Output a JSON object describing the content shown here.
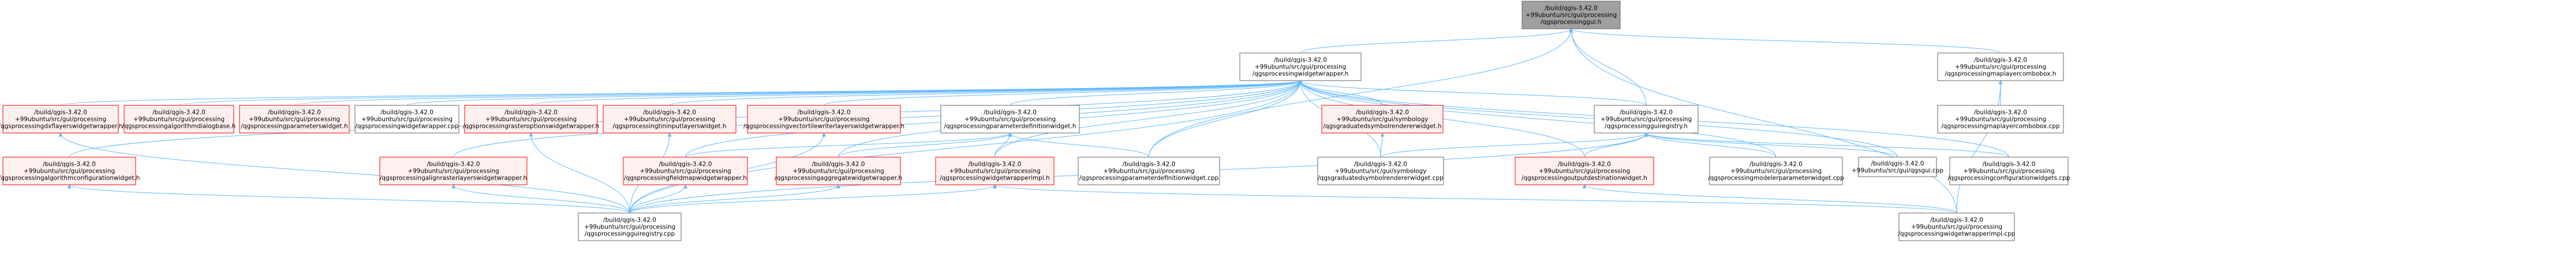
{
  "colors": {
    "root_fill": "#a0a0a0",
    "root_border": "#666666",
    "normal_fill": "#ffffff",
    "normal_border": "#666666",
    "highlight_fill": "#fff0f0",
    "highlight_border": "#ff0000",
    "edge": "#63b8ff"
  },
  "nodes": [
    {
      "id": "n0",
      "kind": "root",
      "lines": [
        "/build/qgis-3.42.0",
        "+99ubuntu/src/gui/processing",
        "/qgsprocessinggui.h"
      ]
    },
    {
      "id": "n1",
      "kind": "normal",
      "lines": [
        "/build/qgis-3.42.0",
        "+99ubuntu/src/gui/processing",
        "/qgsprocessingwidgetwrapper.h"
      ]
    },
    {
      "id": "n2",
      "kind": "normal",
      "lines": [
        "/build/qgis-3.42.0",
        "+99ubuntu/src/gui/processing",
        "/qgsprocessingmaplayercombobox.h"
      ]
    },
    {
      "id": "n3",
      "kind": "highlight",
      "lines": [
        "/build/qgis-3.42.0",
        "+99ubuntu/src/gui/processing",
        "/qgsprocessingdxflayerswidgetwrapper.h"
      ]
    },
    {
      "id": "n4",
      "kind": "highlight",
      "lines": [
        "/build/qgis-3.42.0",
        "+99ubuntu/src/gui/processing",
        "/qgsprocessingalgorithmdialogbase.h"
      ]
    },
    {
      "id": "n5",
      "kind": "highlight",
      "lines": [
        "/build/qgis-3.42.0",
        "+99ubuntu/src/gui/processing",
        "/qgsprocessingparameterswidget.h"
      ]
    },
    {
      "id": "n6",
      "kind": "normal",
      "lines": [
        "/build/qgis-3.42.0",
        "+99ubuntu/src/gui/processing",
        "/qgsprocessingwidgetwrapper.cpp"
      ]
    },
    {
      "id": "n7",
      "kind": "highlight",
      "lines": [
        "/build/qgis-3.42.0",
        "+99ubuntu/src/gui/processing",
        "/qgsprocessingrasteroptionswidgetwrapper.h"
      ]
    },
    {
      "id": "n8",
      "kind": "highlight",
      "lines": [
        "/build/qgis-3.42.0",
        "+99ubuntu/src/gui/processing",
        "/qgsprocessingtininputlayerswidget.h"
      ]
    },
    {
      "id": "n9",
      "kind": "highlight",
      "lines": [
        "/build/qgis-3.42.0",
        "+99ubuntu/src/gui/processing",
        "/qgsprocessingvectortilewriterlayerswidgetwrapper.h"
      ]
    },
    {
      "id": "n10",
      "kind": "normal",
      "lines": [
        "/build/qgis-3.42.0",
        "+99ubuntu/src/gui/processing",
        "/qgsprocessingparameterdefinitionwidget.h"
      ]
    },
    {
      "id": "n11",
      "kind": "highlight",
      "lines": [
        "/build/qgis-3.42.0",
        "+99ubuntu/src/gui/symbology",
        "/qgsgraduatedsymbolrendererwidget.h"
      ]
    },
    {
      "id": "n12",
      "kind": "normal",
      "lines": [
        "/build/qgis-3.42.0",
        "+99ubuntu/src/gui/processing",
        "/qgsprocessingguiregistry.h"
      ]
    },
    {
      "id": "n13",
      "kind": "normal",
      "lines": [
        "/build/qgis-3.42.0",
        "+99ubuntu/src/gui/processing",
        "/qgsprocessingmaplayercombobox.cpp"
      ]
    },
    {
      "id": "n14",
      "kind": "highlight",
      "lines": [
        "/build/qgis-3.42.0",
        "+99ubuntu/src/gui/processing",
        "/qgsprocessingalgorithmconfigurationwidget.h"
      ]
    },
    {
      "id": "n15",
      "kind": "highlight",
      "lines": [
        "/build/qgis-3.42.0",
        "+99ubuntu/src/gui/processing",
        "/qgsprocessingalignrasterlayerswidgetwrapper.h"
      ]
    },
    {
      "id": "n16",
      "kind": "highlight",
      "lines": [
        "/build/qgis-3.42.0",
        "+99ubuntu/src/gui/processing",
        "/qgsprocessingfieldmapwidgetwrapper.h"
      ]
    },
    {
      "id": "n17",
      "kind": "highlight",
      "lines": [
        "/build/qgis-3.42.0",
        "+99ubuntu/src/gui/processing",
        "/qgsprocessingaggregatewidgetwrapper.h"
      ]
    },
    {
      "id": "n18",
      "kind": "highlight",
      "lines": [
        "/build/qgis-3.42.0",
        "+99ubuntu/src/gui/processing",
        "/qgsprocessingwidgetwrapperimpl.h"
      ]
    },
    {
      "id": "n19",
      "kind": "normal",
      "lines": [
        "/build/qgis-3.42.0",
        "+99ubuntu/src/gui/processing",
        "/qgsprocessingparameterdefinitionwidget.cpp"
      ]
    },
    {
      "id": "n20",
      "kind": "normal",
      "lines": [
        "/build/qgis-3.42.0",
        "+99ubuntu/src/gui/symbology",
        "/qgsgraduatedsymbolrendererwidget.cpp"
      ]
    },
    {
      "id": "n21",
      "kind": "highlight",
      "lines": [
        "/build/qgis-3.42.0",
        "+99ubuntu/src/gui/processing",
        "/qgsprocessingoutputdestinationwidget.h"
      ]
    },
    {
      "id": "n22",
      "kind": "normal",
      "lines": [
        "/build/qgis-3.42.0",
        "+99ubuntu/src/gui/processing",
        "/qgsprocessingmodelerparameterwidget.cpp"
      ]
    },
    {
      "id": "n23",
      "kind": "normal",
      "lines": [
        "/build/qgis-3.42.0",
        "+99ubuntu/src/gui/qgsgui.cpp"
      ]
    },
    {
      "id": "n24",
      "kind": "normal",
      "lines": [
        "/build/qgis-3.42.0",
        "+99ubuntu/src/gui/processing",
        "/qgsprocessingconfigurationwidgets.cpp"
      ]
    },
    {
      "id": "n25",
      "kind": "normal",
      "lines": [
        "/build/qgis-3.42.0",
        "+99ubuntu/src/gui/processing",
        "/qgsprocessingguiregistry.cpp"
      ]
    },
    {
      "id": "n26",
      "kind": "normal",
      "lines": [
        "/build/qgis-3.42.0",
        "+99ubuntu/src/gui/processing",
        "/qgsprocessingwidgetwrapperimpl.cpp"
      ]
    }
  ],
  "edges": [
    [
      "n0",
      "n1"
    ],
    [
      "n0",
      "n2"
    ],
    [
      "n0",
      "n12"
    ],
    [
      "n0",
      "n19"
    ],
    [
      "n0",
      "n26"
    ],
    [
      "n2",
      "n13"
    ],
    [
      "n2",
      "n26"
    ],
    [
      "n1",
      "n3"
    ],
    [
      "n1",
      "n4"
    ],
    [
      "n1",
      "n5"
    ],
    [
      "n1",
      "n6"
    ],
    [
      "n1",
      "n7"
    ],
    [
      "n1",
      "n8"
    ],
    [
      "n1",
      "n9"
    ],
    [
      "n1",
      "n10"
    ],
    [
      "n1",
      "n11"
    ],
    [
      "n1",
      "n12"
    ],
    [
      "n1",
      "n14"
    ],
    [
      "n1",
      "n15"
    ],
    [
      "n1",
      "n16"
    ],
    [
      "n1",
      "n17"
    ],
    [
      "n1",
      "n18"
    ],
    [
      "n1",
      "n19"
    ],
    [
      "n1",
      "n20"
    ],
    [
      "n1",
      "n21"
    ],
    [
      "n1",
      "n22"
    ],
    [
      "n1",
      "n23"
    ],
    [
      "n1",
      "n24"
    ],
    [
      "n1",
      "n25"
    ],
    [
      "n3",
      "n25"
    ],
    [
      "n7",
      "n25"
    ],
    [
      "n8",
      "n25"
    ],
    [
      "n9",
      "n25"
    ],
    [
      "n10",
      "n16"
    ],
    [
      "n10",
      "n17"
    ],
    [
      "n10",
      "n18"
    ],
    [
      "n10",
      "n19"
    ],
    [
      "n11",
      "n20"
    ],
    [
      "n12",
      "n20"
    ],
    [
      "n12",
      "n21"
    ],
    [
      "n12",
      "n22"
    ],
    [
      "n12",
      "n23"
    ],
    [
      "n12",
      "n24"
    ],
    [
      "n12",
      "n25"
    ],
    [
      "n14",
      "n25"
    ],
    [
      "n15",
      "n25"
    ],
    [
      "n16",
      "n25"
    ],
    [
      "n17",
      "n25"
    ],
    [
      "n18",
      "n25"
    ],
    [
      "n18",
      "n26"
    ],
    [
      "n21",
      "n26"
    ]
  ]
}
